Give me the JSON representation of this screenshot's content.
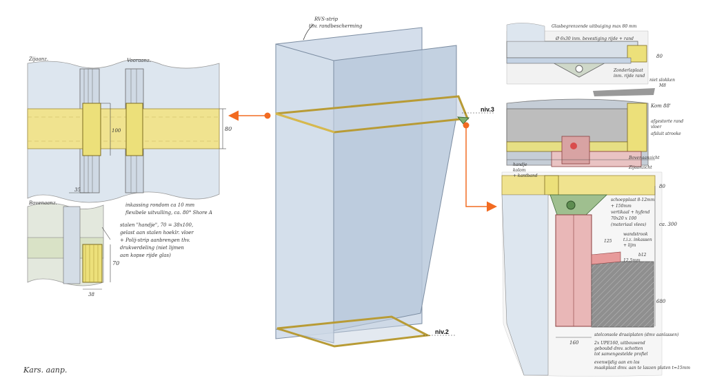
{
  "colors": {
    "accent_arrow": "#f26b21",
    "timber": "#f0e38f",
    "timber_dark": "#c9a93a",
    "glass": "#c5d3e4",
    "concrete": "#8f8f8f",
    "steel_red": "#e9b7b7",
    "steel_green": "#7fb070"
  },
  "center": {
    "top_note_1": "RVS-strip",
    "top_note_2": "thv. randbescherming",
    "level_3": "niv.3",
    "level_2": "niv.2"
  },
  "left_detail": {
    "label_side": "Zijaanz.",
    "label_front": "Vooraanz.",
    "label_bottom": "Bovenaanz.",
    "dim_100": "100",
    "dim_80": "80",
    "dim_35": "35",
    "dim_70": "70",
    "dim_38": "38",
    "note_line_1": "inkassing rondom ca 10 mm",
    "note_line_2": "flexibele uitvulling, ca. 80° Shore A",
    "note_line_3": "stalen \"handje\", 70 = 38x100,",
    "note_line_4": "gelast aan stalen hoeklr. vloer",
    "note_line_5": "+ Polij-strip aanbrengen thv.",
    "note_line_6": "drukverdeling (niet lijmen",
    "note_line_7": "aan kopse rijde glas)",
    "signature": "Kars. aanp."
  },
  "right_detail": {
    "note_top_1": "Glasbegrenzende uitbuiging max 80 mm",
    "note_top_2": "Ø 6x30 inm. bevestiging rijde + rand",
    "note_top_3": "Zonderlaplaat",
    "note_top_4": "inm. rijde rand",
    "note_top_5": "niet slokken",
    "note_top_6": "M8",
    "dim_top": "80",
    "note_mid_1": "Kom 88'",
    "note_mid_2": "afgestorte rand",
    "note_mid_3": "vloer",
    "note_mid_4": "afsluit strooke",
    "note_mid_5": "Bovenaanzicht",
    "note_mid_6": "Zijaanzicht",
    "note_mid_7": "handje",
    "note_mid_8": "kolom",
    "note_mid_9": "+ kantband",
    "dim_80": "80",
    "note_low_1": "schoepplaat 8-12mm",
    "note_low_2": "+ 150mm",
    "note_low_3": "vertikaal + hyfend",
    "note_low_4": "70x20 x 100",
    "note_low_5": "(materiaal vlees)",
    "dim_300": "ca. 300",
    "note_low_6": "wandstrook",
    "note_low_7": "t.i.z. inkassen",
    "note_low_8": "+ lijm",
    "dim_125": "125",
    "dim_b": "b12",
    "dim_15": "12.5mm",
    "dim_680": "680",
    "note_bottom_1": "stelconsole draaiplaten (dmv aanlassen)",
    "note_bottom_2": "2x UPE160, uitbouwend",
    "note_bottom_3": "geboubd dmv. schotten",
    "note_bottom_4": "tot samengestelde profiel",
    "note_bottom_5": "evenwijdig aan en los",
    "note_bottom_6": "maakplaat dmv. aan te laszen platen t=15mm",
    "dim_160": "160"
  }
}
